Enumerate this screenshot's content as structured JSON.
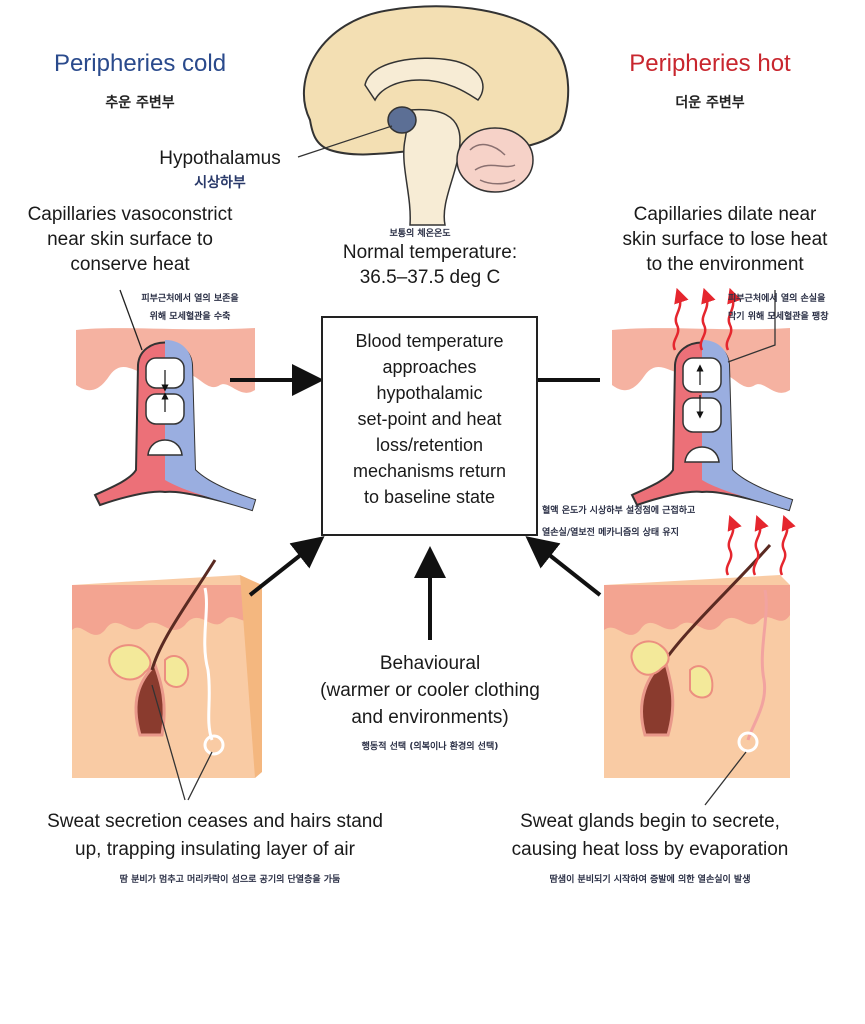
{
  "diagram": {
    "left": {
      "title": "Peripheries cold",
      "title_ko": "추운 주변부",
      "capillary_label": "Capillaries vasoconstrict near skin surface to conserve heat",
      "capillary_label_lines": [
        "Capillaries vasoconstrict",
        "near skin surface to",
        "conserve heat"
      ],
      "capillary_ko_lines": [
        "피부근처에서 열의 보존을",
        "위해 모세혈관을 수축"
      ],
      "sweat_label_lines": [
        "Sweat secretion ceases and hairs stand",
        "up, trapping insulating layer of air"
      ],
      "sweat_ko": "땀 분비가 멈추고 머리카락이 섬으로 공기의 단열층을 가둠"
    },
    "right": {
      "title": "Peripheries hot",
      "title_ko": "더운 주변부",
      "capillary_label_lines": [
        "Capillaries dilate near",
        "skin surface to lose heat",
        "to the environment"
      ],
      "capillary_ko_lines": [
        "피부근처에서 열의 손실을",
        "막기 위해 모세혈관을 팽창"
      ],
      "sweat_label_lines": [
        "Sweat glands begin to secrete,",
        "causing heat loss by evaporation"
      ],
      "sweat_ko": "땀샘이 분비되기 시작하여 증발에 의한 열손실이 발생"
    },
    "brain": {
      "hypothalamus_label": "Hypothalamus",
      "hypothalamus_ko": "시상하부",
      "normal_temp_ko": "보통의 체온온도",
      "normal_temp_lines": [
        "Normal temperature:",
        "36.5–37.5 deg C"
      ]
    },
    "center": {
      "box_lines": [
        "Blood temperature",
        "approaches",
        "hypothalamic",
        "set-point and heat",
        "loss/retention",
        "mechanisms return",
        "to baseline state"
      ],
      "box_ko_lines": [
        "혈액 온도가 시상하부 설정점에 근접하고",
        "열손실/열보전 메카니즘의 상태 유지"
      ]
    },
    "behavioural": {
      "lines": [
        "Behavioural",
        "(warmer or cooler clothing",
        "and environments)"
      ],
      "ko": "행동적 선택 (의복이나 환경의 선택)"
    },
    "colors": {
      "cold_title": "#2a4a8c",
      "hot_title": "#c8262e",
      "skin_surface": "#f3a491",
      "skin_deep": "#f9cba4",
      "artery": "#ec7078",
      "vein": "#9aaee0",
      "brain": "#f3dfb3",
      "hypothalamus": "#5c6f95",
      "heat_arrow": "#e5262e"
    }
  }
}
